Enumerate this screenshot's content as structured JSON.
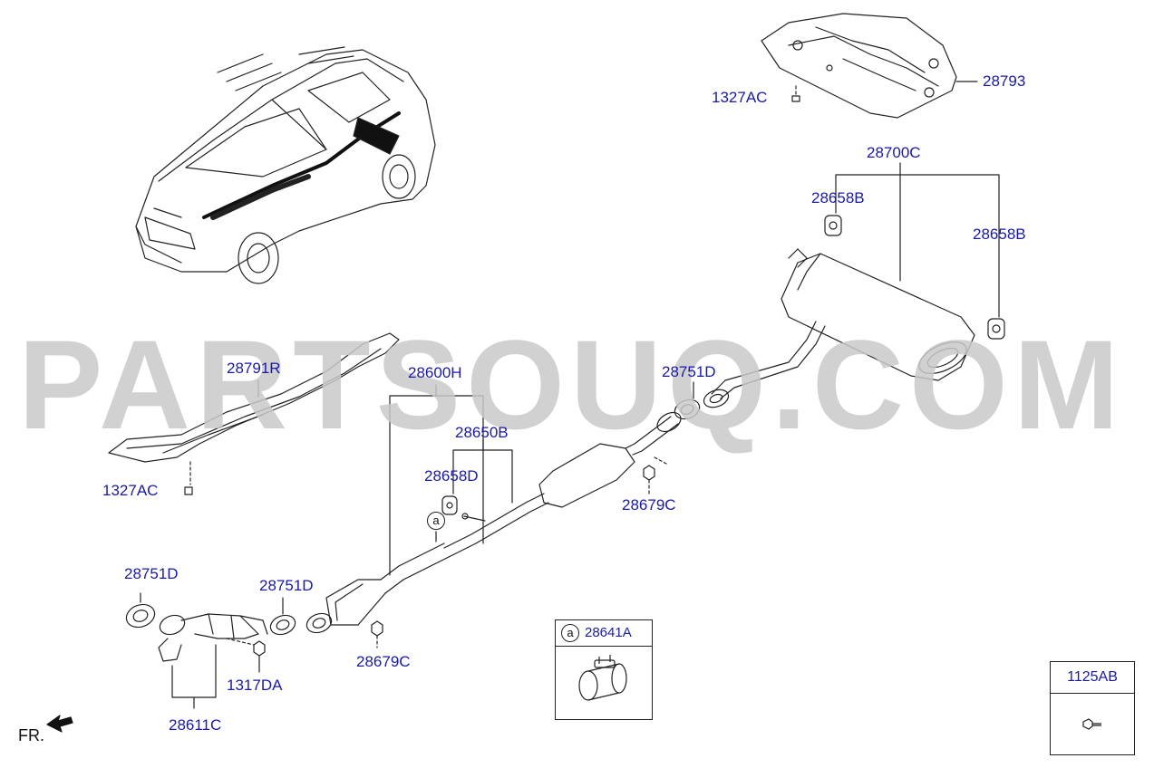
{
  "watermark": "PARTSOUQ.COM",
  "direction_label": "FR.",
  "callouts": {
    "c28793": "28793",
    "c1327ac_top": "1327AC",
    "c28700c": "28700C",
    "c28658b_left": "28658B",
    "c28658b_right": "28658B",
    "c28791r": "28791R",
    "c1327ac_left": "1327AC",
    "c28600h": "28600H",
    "c28650b": "28650B",
    "c28658d": "28658D",
    "c28751d_mid": "28751D",
    "c28679c_right": "28679C",
    "c28751d_left": "28751D",
    "c28751d_center": "28751D",
    "c1317da": "1317DA",
    "c28679c_bottom": "28679C",
    "c28611c": "28611C"
  },
  "inset_a": {
    "marker": "a",
    "part": "28641A"
  },
  "inset_fastener": {
    "part": "1125AB"
  },
  "ref_marker": "a",
  "colors": {
    "callout": "#1a1aa8",
    "line": "#222222",
    "watermark": "#c9c9c9"
  }
}
